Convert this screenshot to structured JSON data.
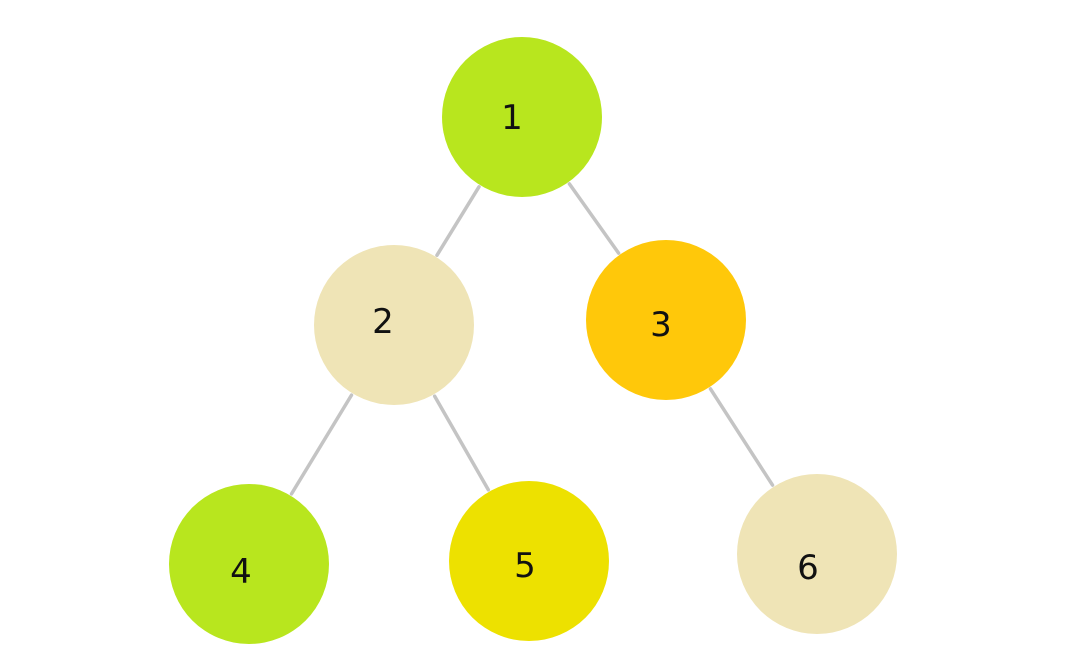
{
  "diagram": {
    "type": "binary-tree",
    "nodes": [
      {
        "id": "1",
        "label": "1",
        "color": "#b8e61e"
      },
      {
        "id": "2",
        "label": "2",
        "color": "#efe4b6"
      },
      {
        "id": "3",
        "label": "3",
        "color": "#ffc80a"
      },
      {
        "id": "4",
        "label": "4",
        "color": "#b8e61e"
      },
      {
        "id": "5",
        "label": "5",
        "color": "#ede100"
      },
      {
        "id": "6",
        "label": "6",
        "color": "#efe4b6"
      }
    ],
    "edges": [
      {
        "from": "1",
        "to": "2"
      },
      {
        "from": "1",
        "to": "3"
      },
      {
        "from": "2",
        "to": "4"
      },
      {
        "from": "2",
        "to": "5"
      },
      {
        "from": "3",
        "to": "6"
      }
    ],
    "edge_color": "#c4c4c4"
  }
}
